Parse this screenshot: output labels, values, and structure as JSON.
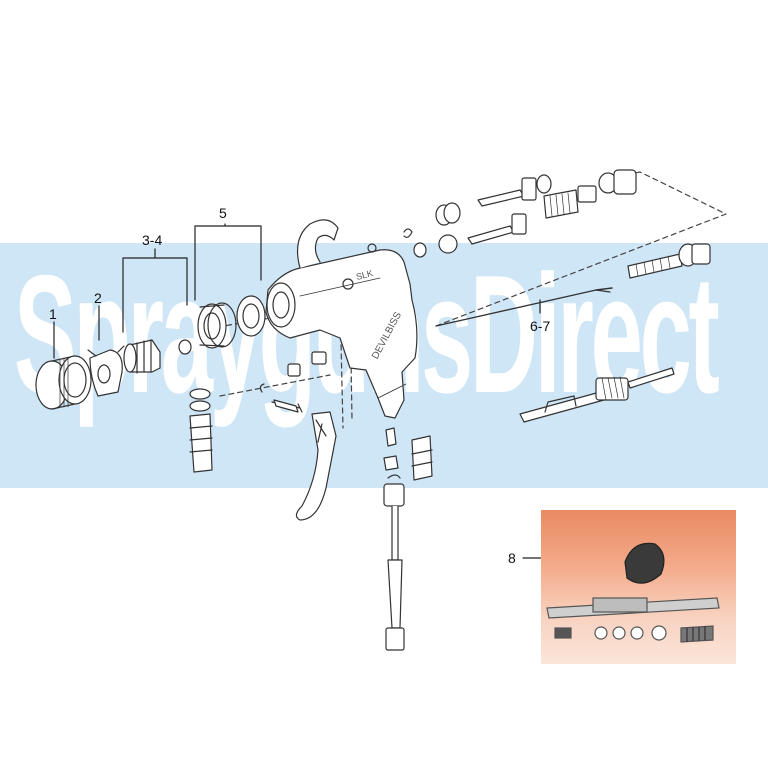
{
  "watermark": {
    "text": "SpraygunsDirect"
  },
  "callouts": {
    "c1": "1",
    "c2": "2",
    "c34": "3-4",
    "c5": "5",
    "c67": "6-7",
    "c8": "8"
  },
  "gun_body": {
    "brand_text": "DEVILBISS",
    "model_text": "SLK"
  },
  "colors": {
    "kit_panel": "#f3a988",
    "watermark_band": "#cfe6f7",
    "line": "#333333"
  }
}
